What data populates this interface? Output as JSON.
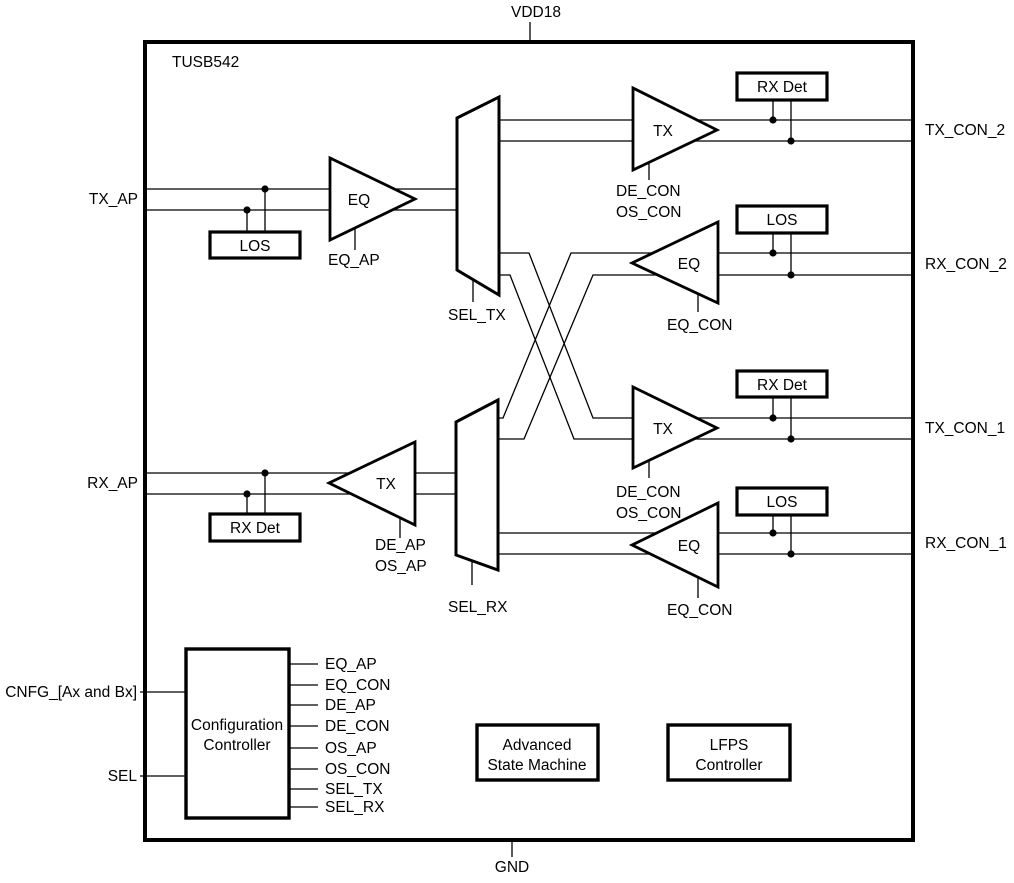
{
  "chip": {
    "name": "TUSB542"
  },
  "pins": {
    "vdd": "VDD18",
    "gnd": "GND",
    "tx_ap": "TX_AP",
    "rx_ap": "RX_AP",
    "cnfg": "CNFG_[Ax and Bx]",
    "sel": "SEL",
    "tx_con_2": "TX_CON_2",
    "rx_con_2": "RX_CON_2",
    "tx_con_1": "TX_CON_1",
    "rx_con_1": "RX_CON_1"
  },
  "blocks": {
    "eq_amp": "EQ",
    "tx_amp": "TX",
    "los": "LOS",
    "rx_det": "RX Det",
    "config_controller": {
      "line1": "Configuration",
      "line2": "Controller"
    },
    "state_machine": {
      "line1": "Advanced",
      "line2": "State Machine"
    },
    "lfps_controller": {
      "line1": "LFPS",
      "line2": "Controller"
    }
  },
  "muxes": {
    "sel_tx": "SEL_TX",
    "sel_rx": "SEL_RX"
  },
  "controls": {
    "eq_ap": "EQ_AP",
    "eq_con": "EQ_CON",
    "de_ap": "DE_AP",
    "de_con": "DE_CON",
    "os_ap": "OS_AP",
    "os_con": "OS_CON"
  },
  "config_outputs": [
    "EQ_AP",
    "EQ_CON",
    "DE_AP",
    "DE_CON",
    "OS_AP",
    "OS_CON",
    "SEL_TX",
    "SEL_RX"
  ],
  "colors": {
    "line": "#000000",
    "background": "#ffffff",
    "text": "#000000"
  }
}
